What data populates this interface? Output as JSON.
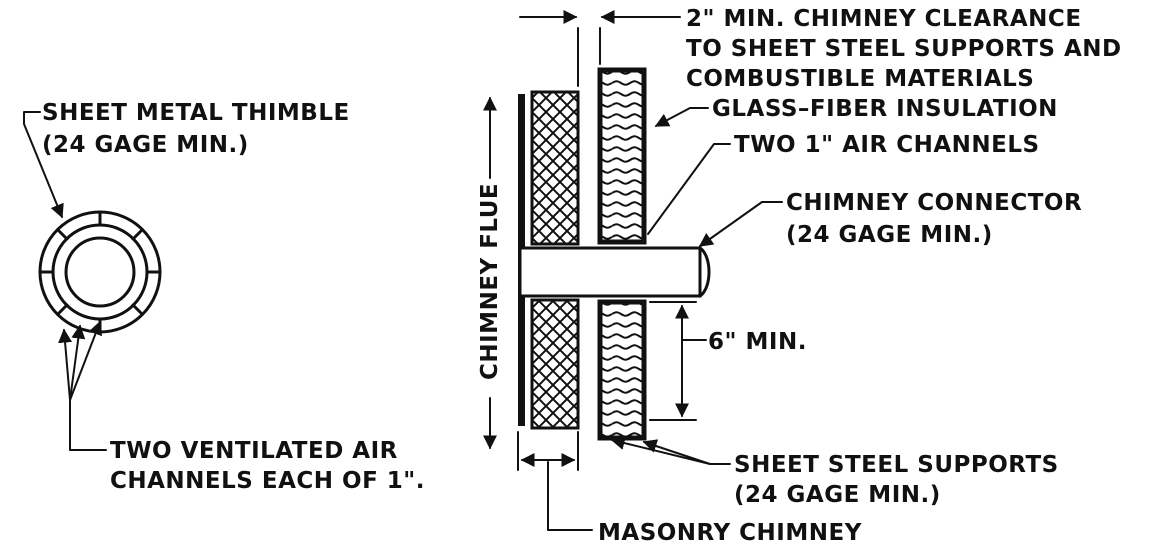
{
  "labels": {
    "thimble_line1": "SHEET METAL THIMBLE",
    "thimble_line2": "(24 GAGE MIN.)",
    "vent_line1": "TWO VENTILATED AIR",
    "vent_line2": "CHANNELS EACH OF 1\".",
    "clearance_line1": "2\" MIN. CHIMNEY CLEARANCE",
    "clearance_line2": "TO SHEET STEEL SUPPORTS AND",
    "clearance_line3": "COMBUSTIBLE MATERIALS",
    "glass_fiber": "GLASS–FIBER INSULATION",
    "air_channels": "TWO 1\" AIR CHANNELS",
    "connector_line1": "CHIMNEY CONNECTOR",
    "connector_line2": "(24 GAGE MIN.)",
    "six_min": "6\" MIN.",
    "steel_line1": "SHEET STEEL SUPPORTS",
    "steel_line2": "(24 GAGE MIN.)",
    "masonry": "MASONRY CHIMNEY",
    "flue": "CHIMNEY FLUE"
  }
}
